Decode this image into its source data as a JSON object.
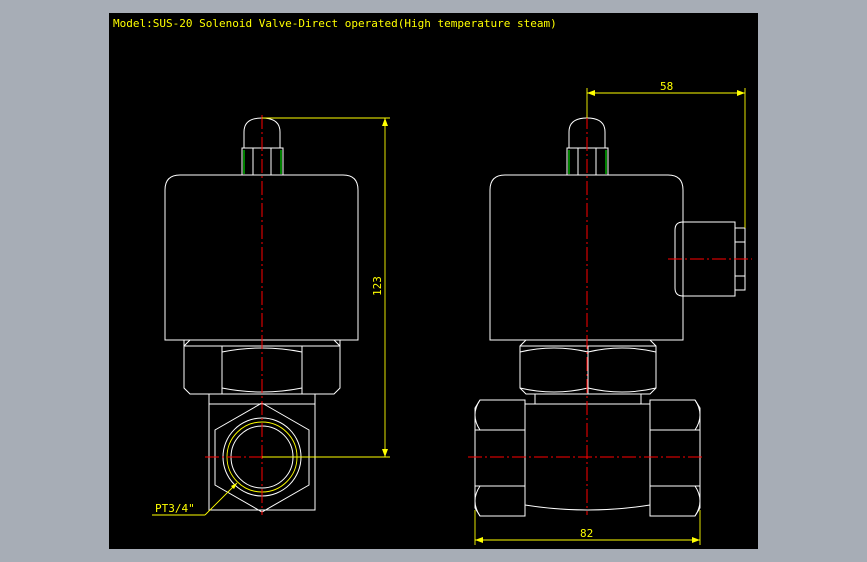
{
  "title": "Model:SUS-20 Solenoid Valve-Direct operated(High temperature steam)",
  "dimensions": {
    "height": "123",
    "side_offset": "58",
    "body_length": "82"
  },
  "thread_label": "PT3/4\"",
  "colors": {
    "viewport_bg": "#a7adb6",
    "drawing_bg": "#000000",
    "outline": "#ffffff",
    "dimension": "#ffff00",
    "centerline": "#ff0000",
    "hatch": "#00ff00"
  }
}
